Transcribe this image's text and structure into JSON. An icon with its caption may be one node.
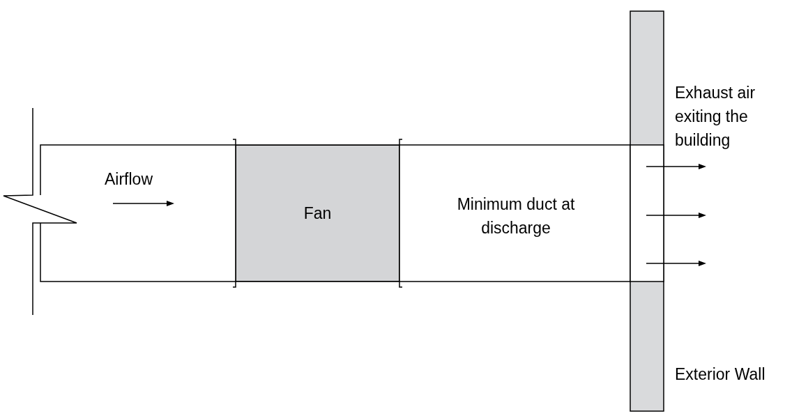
{
  "diagram": {
    "nodes": [
      {
        "text": [
          "Fan"
        ]
      }
    ],
    "labels": [
      "Airflow",
      "Minimum duct at discharge",
      "Exhaust air exiting the building",
      "Exterior Wall"
    ]
  }
}
